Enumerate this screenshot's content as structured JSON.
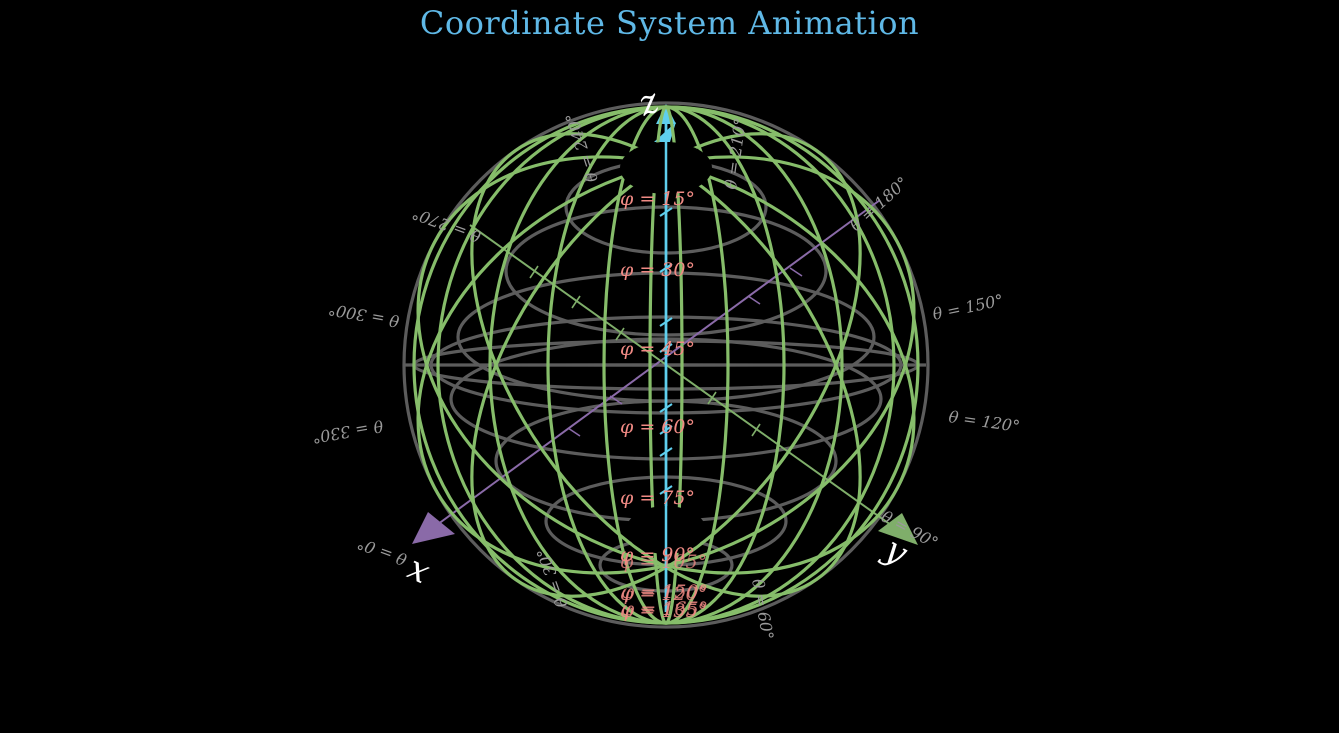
{
  "title": "Coordinate System Animation",
  "colors": {
    "background": "#000000",
    "title": "#5fb8e6",
    "grid": "#5c5c5c",
    "meridian": "#86bd6a",
    "z_axis": "#5fcfee",
    "x_axis": "#8a6aa8",
    "y_axis": "#7fae6a",
    "phi_label": "#f08a84",
    "theta_label": "#9a9a9a",
    "axis_label": "#ffffff"
  },
  "axes": {
    "x": "x",
    "y": "y",
    "z": "z"
  },
  "theta_labels": [
    "θ = 0°",
    "θ = 30°",
    "θ = 60°",
    "θ = 90°",
    "θ = 120°",
    "θ = 150°",
    "θ = 180°",
    "θ = 210°",
    "θ = 240°",
    "θ = 270°",
    "θ = 300°",
    "θ = 330°"
  ],
  "phi_labels": [
    "φ = 15°",
    "φ = 30°",
    "φ = 45°",
    "φ = 60°",
    "φ = 75°",
    "φ = 90°",
    "φ = 105°",
    "φ = 120°",
    "φ = 135°",
    "φ = 150°",
    "φ = 165°"
  ]
}
